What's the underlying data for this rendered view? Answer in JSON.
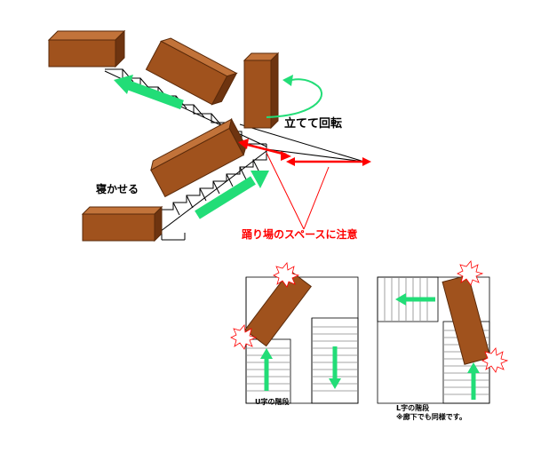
{
  "labels": {
    "stand_rotate": "立てて回転",
    "lay_down": "寝かせる",
    "landing_note": "踊り場のスペースに注意",
    "u_stair": "U字の階段",
    "l_stair": "L字の階段",
    "l_stair_note": "※廊下でも同様です。"
  },
  "colors": {
    "furniture": "#a0521d",
    "furniture_dark": "#5a2a0a",
    "green_arrow": "#22dd77",
    "red": "#ff0000",
    "line": "#000000"
  }
}
